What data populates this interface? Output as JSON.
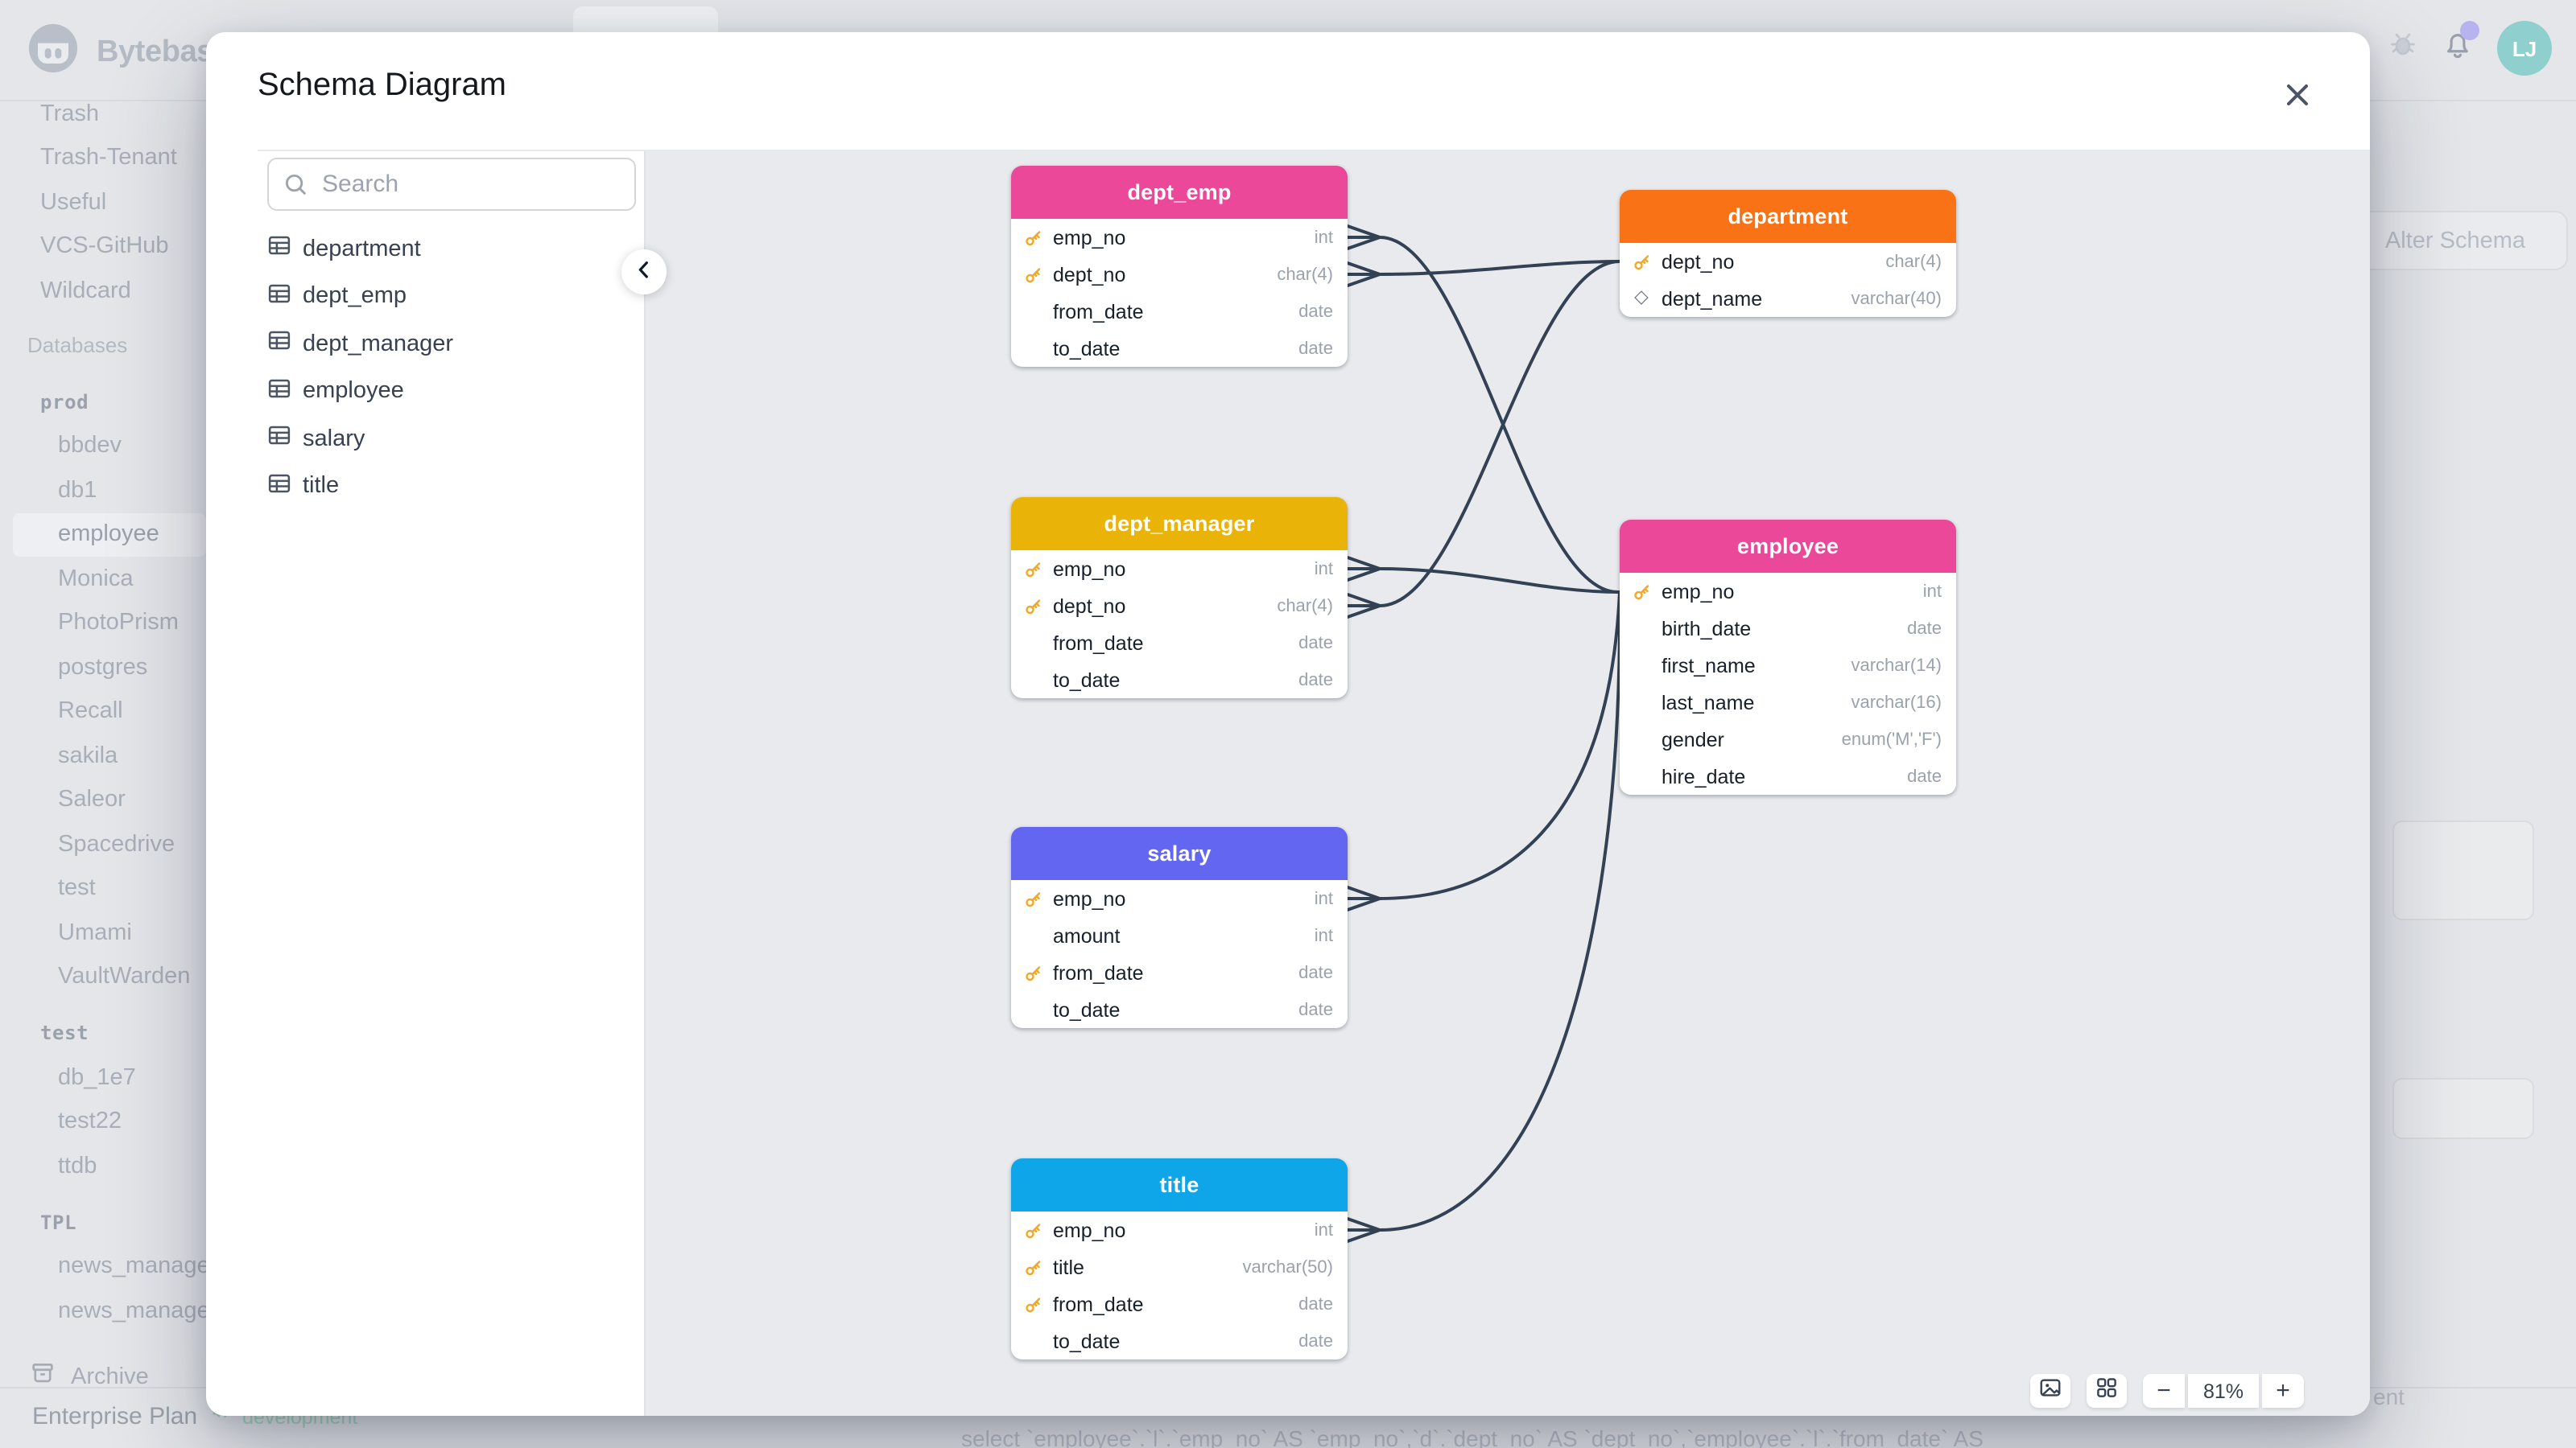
{
  "topbar": {
    "brand": "Bytebase",
    "avatar_initials": "LJ"
  },
  "sidebar": {
    "items": [
      "Trash",
      "Trash-Tenant",
      "Useful",
      "VCS-GitHub",
      "Wildcard"
    ],
    "databases_label": "Databases",
    "groups": [
      {
        "env": "prod",
        "databases": [
          "bbdev",
          "db1",
          "employee",
          "Monica",
          "PhotoPrism",
          "postgres",
          "Recall",
          "sakila",
          "Saleor",
          "Spacedrive",
          "test",
          "Umami",
          "VaultWarden"
        ]
      },
      {
        "env": "test",
        "databases": [
          "db_1e7",
          "test22",
          "ttdb"
        ]
      },
      {
        "env": "TPL",
        "databases": [
          "news_manage",
          "news_manage"
        ]
      }
    ],
    "selected_database": "employee",
    "archive_label": "Archive",
    "plan_label": "Enterprise Plan",
    "environment_badge": "development"
  },
  "background": {
    "alter_schema_label": "Alter Schema",
    "sql_text": "select `employee`.`l`.`emp_no` AS `emp_no`,`d`.`dept_no` AS `dept_no`,`employee`.`l`.`from_date` AS",
    "text_fragment": "ent"
  },
  "modal": {
    "title": "Schema Diagram",
    "search_placeholder": "Search",
    "table_list": [
      "department",
      "dept_emp",
      "dept_manager",
      "employee",
      "salary",
      "title"
    ],
    "zoom_level": "81%",
    "controls": {
      "minus": "−",
      "plus": "+"
    },
    "edge_color": "#334155",
    "entities": [
      {
        "name": "dept_emp",
        "color": "#EC4899",
        "fields": [
          {
            "name": "emp_no",
            "type": "int"
          },
          {
            "name": "dept_no",
            "type": "char(4)"
          },
          {
            "name": "from_date",
            "type": "date"
          },
          {
            "name": "to_date",
            "type": "date"
          }
        ]
      },
      {
        "name": "department",
        "color": "#F97316",
        "fields": [
          {
            "name": "dept_no",
            "type": "char(4)"
          },
          {
            "name": "dept_name",
            "type": "varchar(40)"
          }
        ]
      },
      {
        "name": "dept_manager",
        "color": "#EAB308",
        "fields": [
          {
            "name": "emp_no",
            "type": "int"
          },
          {
            "name": "dept_no",
            "type": "char(4)"
          },
          {
            "name": "from_date",
            "type": "date"
          },
          {
            "name": "to_date",
            "type": "date"
          }
        ]
      },
      {
        "name": "employee",
        "color": "#EC4899",
        "fields": [
          {
            "name": "emp_no",
            "type": "int"
          },
          {
            "name": "birth_date",
            "type": "date"
          },
          {
            "name": "first_name",
            "type": "varchar(14)"
          },
          {
            "name": "last_name",
            "type": "varchar(16)"
          },
          {
            "name": "gender",
            "type": "enum('M','F')"
          },
          {
            "name": "hire_date",
            "type": "date"
          }
        ]
      },
      {
        "name": "salary",
        "color": "#6366F1",
        "fields": [
          {
            "name": "emp_no",
            "type": "int"
          },
          {
            "name": "amount",
            "type": "int"
          },
          {
            "name": "from_date",
            "type": "date"
          },
          {
            "name": "to_date",
            "type": "date"
          }
        ]
      },
      {
        "name": "title",
        "color": "#0EA5E9",
        "fields": [
          {
            "name": "emp_no",
            "type": "int"
          },
          {
            "name": "title",
            "type": "varchar(50)"
          },
          {
            "name": "from_date",
            "type": "date"
          },
          {
            "name": "to_date",
            "type": "date"
          }
        ]
      }
    ]
  }
}
